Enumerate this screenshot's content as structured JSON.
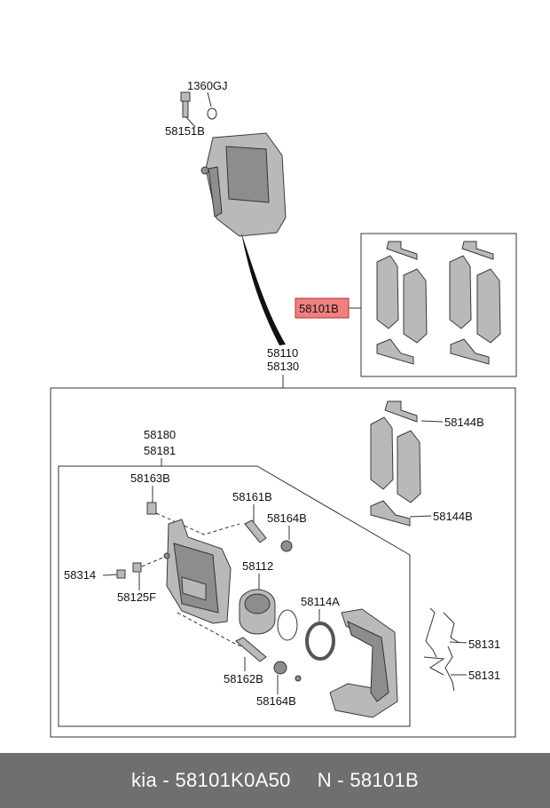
{
  "labels": {
    "bolt_top": "1360GJ",
    "bolt_main": "58151B",
    "assembly_a": "58110",
    "assembly_b": "58130",
    "pad_kit": "58101B",
    "carrier_a": "58180",
    "carrier_b": "58181",
    "pin_top": "58163B",
    "guide_pin": "58161B",
    "bleeder_cap_top": "58164B",
    "piston": "58112",
    "bleeder": "58314",
    "bleed_screw": "58125F",
    "seal": "58114A",
    "pin_bottom": "58162B",
    "bleeder_cap_bottom": "58164B",
    "shim_top": "58144B",
    "shim_bottom": "58144B",
    "clip_top": "58131",
    "clip_bottom": "58131"
  },
  "footer": {
    "brand_part": "kia - 58101K0A50",
    "ref": "N - 58101B"
  },
  "colors": {
    "highlight": "#f08080",
    "footer_bg": "#6f6f6f",
    "part_fill": "#b9b9b9"
  }
}
